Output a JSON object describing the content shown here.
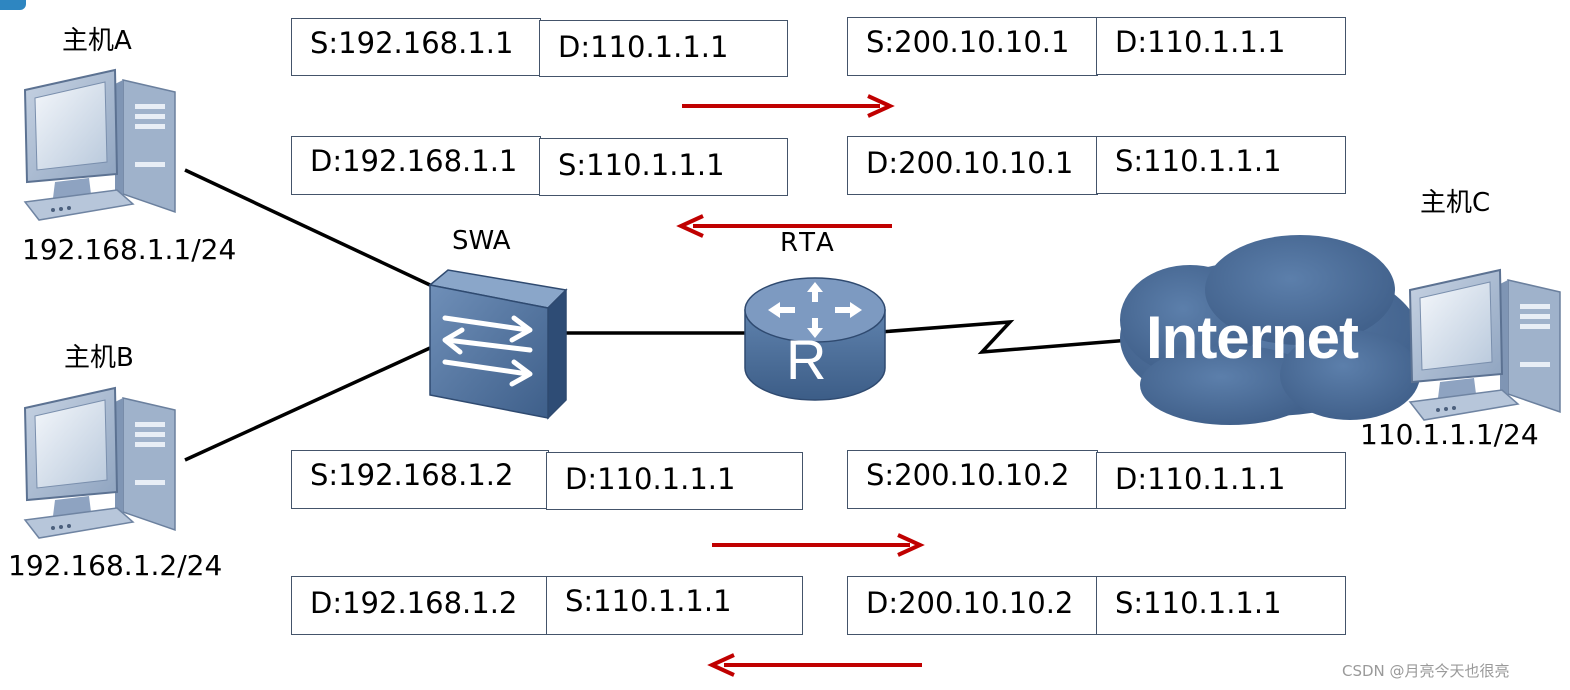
{
  "hosts": {
    "a": {
      "name": "主机A",
      "ip": "192.168.1.1/24"
    },
    "b": {
      "name": "主机B",
      "ip": "192.168.1.2/24"
    },
    "c": {
      "name": "主机C",
      "ip": "110.1.1.1/24"
    }
  },
  "devices": {
    "switch": {
      "name": "SWA"
    },
    "router": {
      "name": "RTA",
      "glyph": "R"
    },
    "cloud": {
      "label": "Internet"
    }
  },
  "packets": [
    {
      "cells": [
        "S:192.168.1.1",
        "D:110.1.1.1"
      ],
      "direction": "right"
    },
    {
      "cells": [
        "S:200.10.10.1",
        "D:110.1.1.1"
      ],
      "direction": "right"
    },
    {
      "cells": [
        "D:192.168.1.1",
        "S:110.1.1.1"
      ],
      "direction": "left"
    },
    {
      "cells": [
        "D:200.10.10.1",
        "S:110.1.1.1"
      ],
      "direction": "left"
    },
    {
      "cells": [
        "S:192.168.1.2",
        "D:110.1.1.1"
      ],
      "direction": "right"
    },
    {
      "cells": [
        "S:200.10.10.2",
        "D:110.1.1.1"
      ],
      "direction": "right"
    },
    {
      "cells": [
        "D:192.168.1.2",
        "S:110.1.1.1"
      ],
      "direction": "left"
    },
    {
      "cells": [
        "D:200.10.10.2",
        "S:110.1.1.1"
      ],
      "direction": "left"
    }
  ],
  "colors": {
    "arrow": "#c00000",
    "device": "#4d6f9a",
    "line": "#000000"
  },
  "watermark": "CSDN @月亮今天也很亮"
}
